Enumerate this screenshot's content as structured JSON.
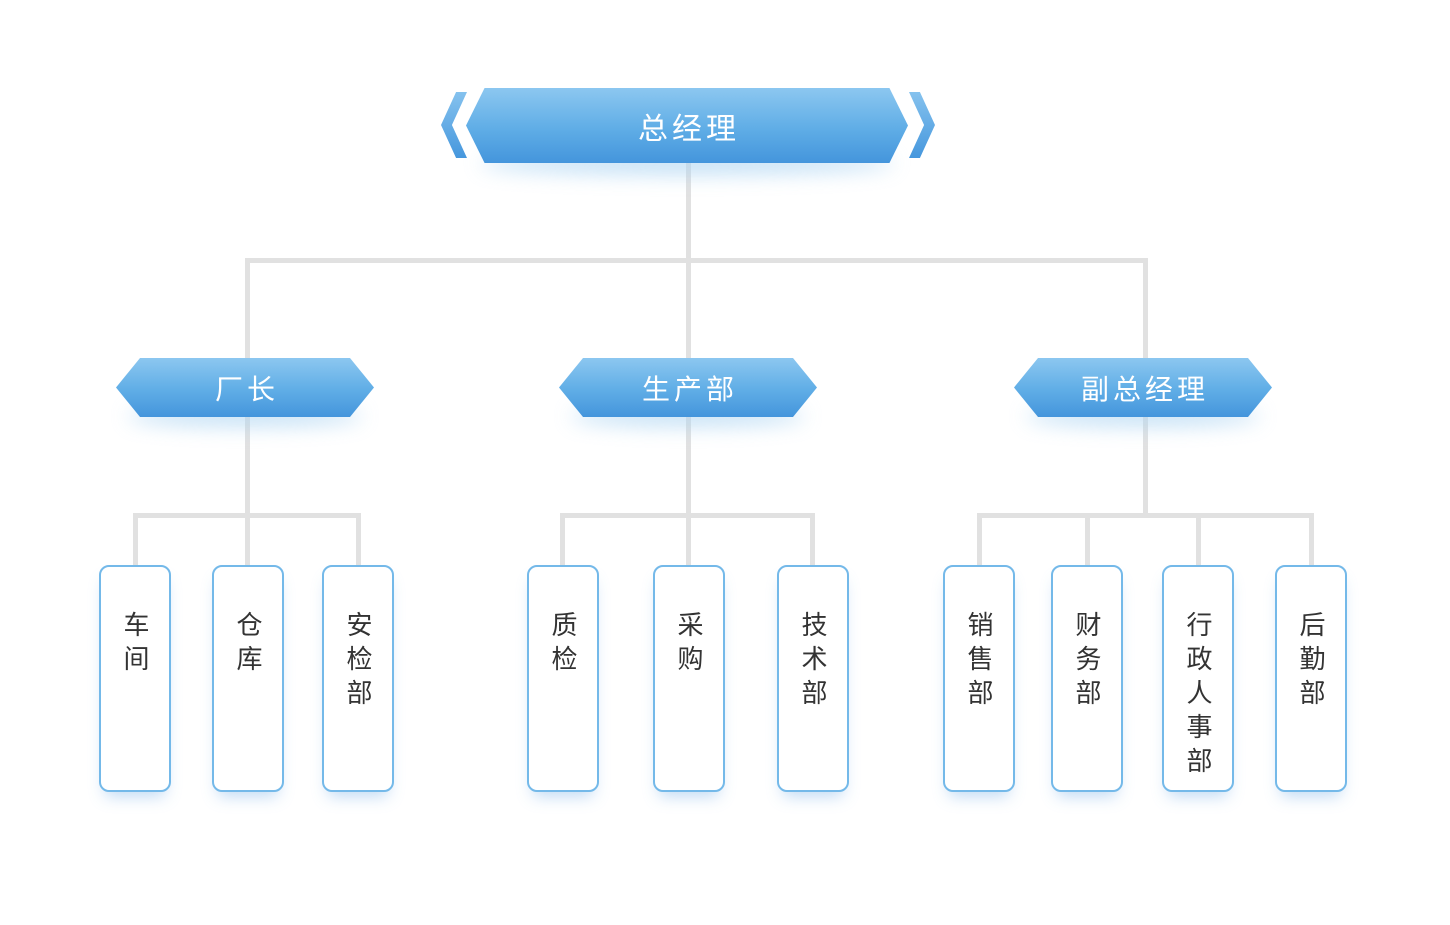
{
  "org": {
    "root": {
      "label": "总经理"
    },
    "branches": [
      {
        "label": "厂长",
        "children": [
          {
            "label": "车间"
          },
          {
            "label": "仓库"
          },
          {
            "label": "安检部"
          }
        ]
      },
      {
        "label": "生产部",
        "children": [
          {
            "label": "质检"
          },
          {
            "label": "采购"
          },
          {
            "label": "技术部"
          }
        ]
      },
      {
        "label": "副总经理",
        "children": [
          {
            "label": "销售部"
          },
          {
            "label": "财务部"
          },
          {
            "label": "行政人事部"
          },
          {
            "label": "后勤部"
          }
        ]
      }
    ]
  },
  "colors": {
    "banner_gradient_top": "#8cc7f0",
    "banner_gradient_bottom": "#4495dc",
    "banner_text": "#ffffff",
    "connector_line": "#e1e1e1",
    "leaf_border": "#74b9e9",
    "leaf_text": "#333333",
    "background": "#ffffff"
  }
}
